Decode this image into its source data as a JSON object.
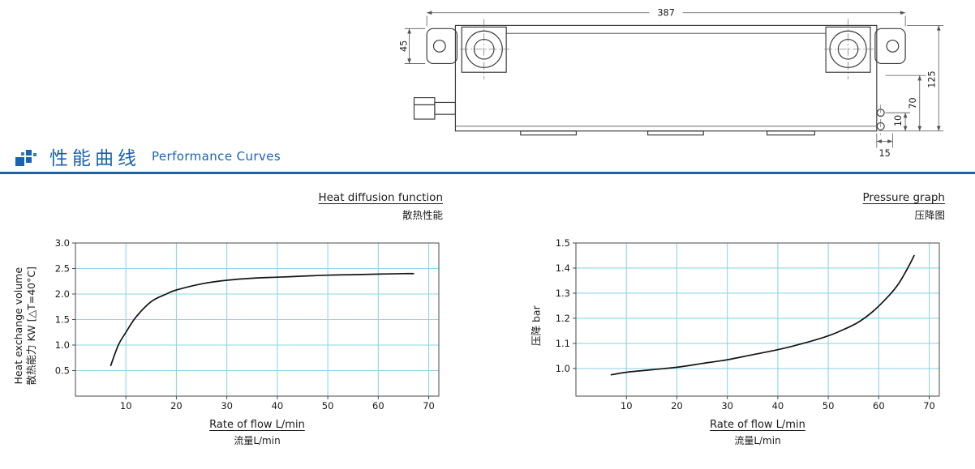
{
  "colors": {
    "accent": "#1a63ad",
    "grid": "#8fd6e4",
    "frame": "#4a4a4a",
    "curve": "#141414",
    "text": "#1b1b1b"
  },
  "section": {
    "title_zh": "性能曲线",
    "title_en": "Performance Curves"
  },
  "drawing": {
    "dims": {
      "overall_width": "387",
      "bracket_height": "45",
      "overall_height": "125",
      "port_height": "70",
      "hole_offset": "10",
      "foot_offset": "15"
    }
  },
  "chart_data": [
    {
      "type": "line",
      "title": "Heat diffusion function",
      "title_zh": "散热性能",
      "ylabel": "Heat exchange volume",
      "ylabel_zh": "散热能力 KW [△T=40°C]",
      "xlabel": "Rate of flow L/min",
      "xlabel_zh": "流量L/min",
      "xlim": [
        0,
        72
      ],
      "ylim": [
        0,
        3.0
      ],
      "xticks": [
        10,
        20,
        30,
        40,
        50,
        60,
        70
      ],
      "yticks": [
        0.5,
        1.0,
        1.5,
        2.0,
        2.5,
        3.0
      ],
      "grid": true,
      "legend": "none",
      "x": [
        7,
        8.5,
        10,
        12,
        15,
        18,
        20,
        25,
        30,
        35,
        40,
        45,
        50,
        55,
        60,
        65,
        67
      ],
      "y": [
        0.6,
        1.0,
        1.25,
        1.55,
        1.85,
        2.0,
        2.08,
        2.2,
        2.27,
        2.31,
        2.33,
        2.35,
        2.37,
        2.38,
        2.39,
        2.4,
        2.4
      ]
    },
    {
      "type": "line",
      "title": "Pressure graph",
      "title_zh": "压降图",
      "ylabel": "压降 bar",
      "xlabel": "Rate of flow L/min",
      "xlabel_zh": "流量L/min",
      "xlim": [
        0,
        72
      ],
      "ylim": [
        0.89,
        1.5
      ],
      "xticks": [
        10,
        20,
        30,
        40,
        50,
        60,
        70
      ],
      "yticks": [
        1.0,
        1.1,
        1.2,
        1.3,
        1.4,
        1.5
      ],
      "grid": true,
      "legend": "none",
      "x": [
        7,
        10,
        15,
        20,
        25,
        30,
        35,
        40,
        45,
        50,
        53,
        56,
        59,
        62,
        64,
        66,
        67
      ],
      "y": [
        0.975,
        0.985,
        0.995,
        1.005,
        1.02,
        1.035,
        1.055,
        1.075,
        1.1,
        1.13,
        1.155,
        1.185,
        1.23,
        1.29,
        1.34,
        1.41,
        1.45
      ]
    }
  ]
}
